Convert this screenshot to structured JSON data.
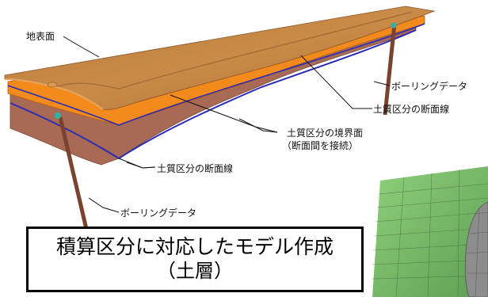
{
  "labels": {
    "ground_surface": "地表面",
    "boring_data_right": "ボーリングデータ",
    "section_line_right": "土質区分の断面線",
    "boundary_surface": "土質区分の境界面",
    "boundary_note": "（断面間を接続）",
    "section_line_left": "土質区分の断面線",
    "boring_data_left": "ボーリングデータ"
  },
  "caption": {
    "line1": "積算区分に対応したモデル作成",
    "line2": "（土層）"
  },
  "colors": {
    "top_surface": "#c8863f",
    "middle_layer": "#f28a1c",
    "bottom_layer": "#a86a55",
    "section_line": "#2b2bb5",
    "boring_pole": "#7a4330",
    "boring_cap": "#2fb3a8",
    "green_model": "#7cbc6a",
    "grey_model": "#8c8c8c"
  }
}
